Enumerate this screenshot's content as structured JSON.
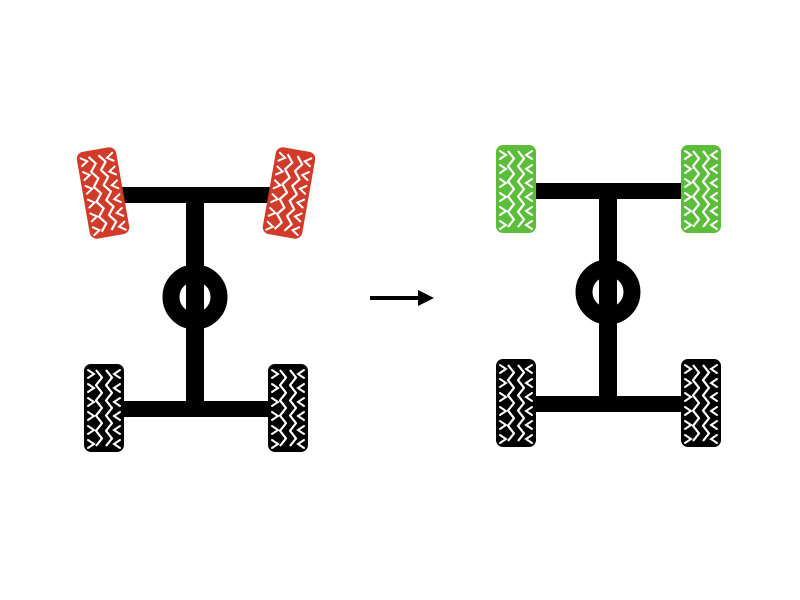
{
  "diagram": {
    "subject": "wheel-alignment",
    "before": {
      "front_tire_state": "misaligned",
      "front_toe_deg": 10
    },
    "after": {
      "front_tire_state": "aligned",
      "front_toe_deg": 0
    },
    "colors": {
      "chassis": "#000000",
      "misaligned_tire": "#d13b29",
      "aligned_tire": "#5cbd3a",
      "rear_tire": "#000000",
      "tread": "#ffffff",
      "arrow": "#000000",
      "background": "#ffffff"
    }
  }
}
